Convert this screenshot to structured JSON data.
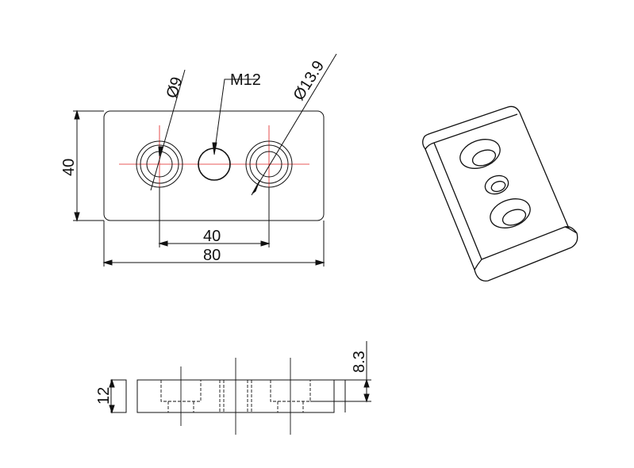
{
  "top_view": {
    "dim_width": "80",
    "dim_height": "40",
    "dim_hole_spacing": "40",
    "label_counterbore": "Ø13.9",
    "label_through_hole": "Ø9",
    "label_thread": "M12"
  },
  "side_view": {
    "dim_thickness": "12",
    "dim_counterbore_depth": "8.3"
  },
  "colors": {
    "line": "#111111",
    "centerline": "#e02020"
  }
}
